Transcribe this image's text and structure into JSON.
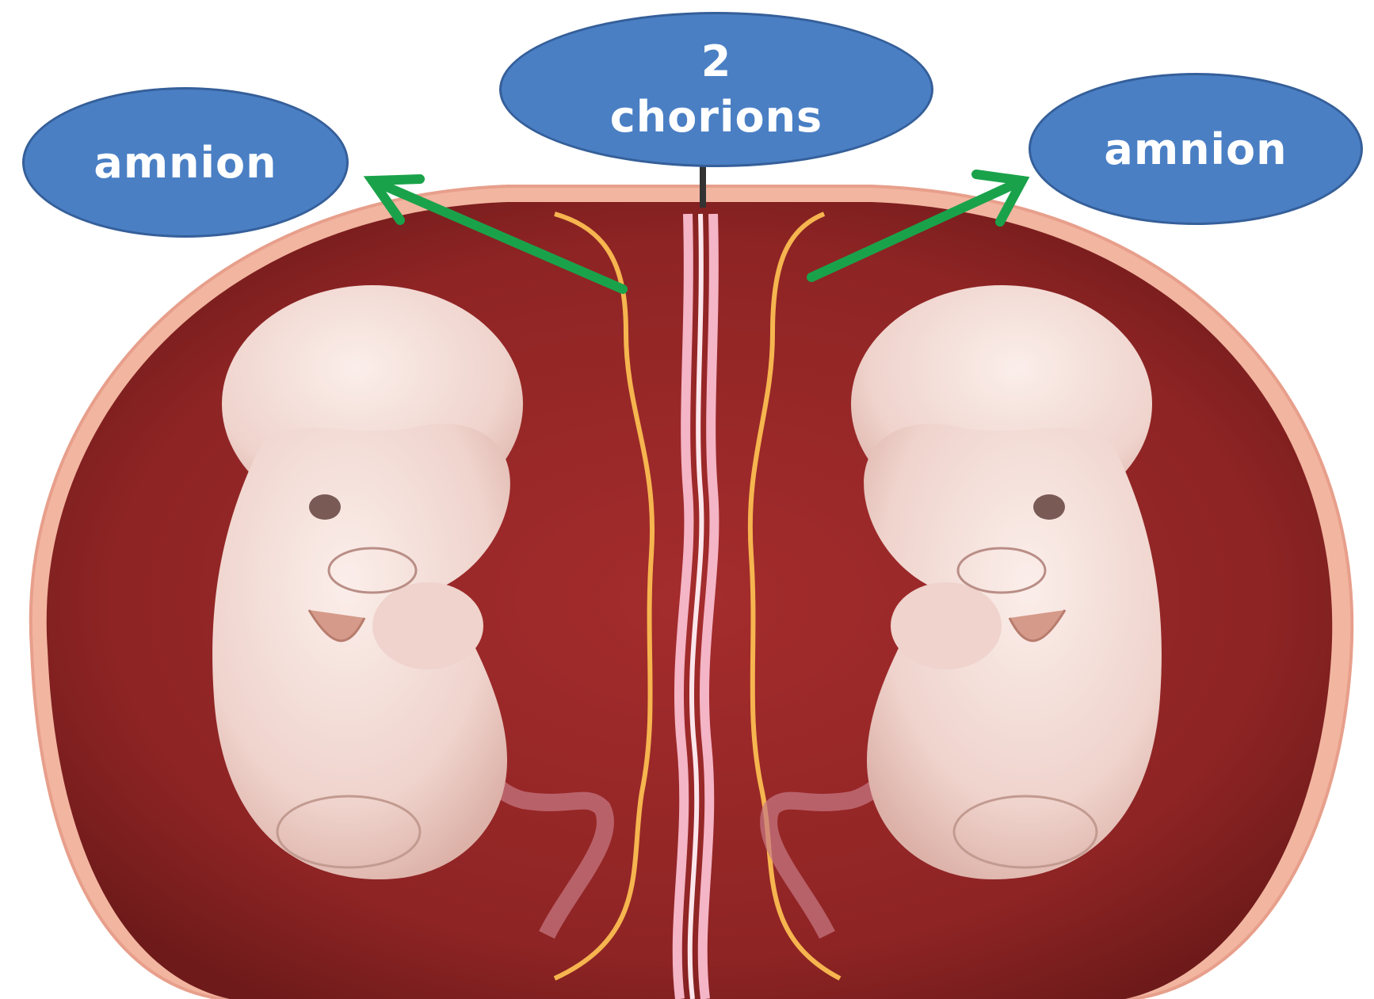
{
  "labels": {
    "left_bubble": "amnion",
    "center_bubble_line1": "2",
    "center_bubble_line2": "chorions",
    "right_bubble": "amnion"
  },
  "colors": {
    "bubble_fill": "#4a7fc4",
    "bubble_border": "#355f99",
    "bubble_text": "#ffffff",
    "arrow": "#1aa24a",
    "sac_fill": "#8e2424",
    "sac_edge": "#f2b5a0",
    "amnion_line": "#f6b54f",
    "chorion_line": "#f4b5c6",
    "fetus_skin": "#f3dcd6"
  },
  "illustration": {
    "subject": "dichorionic diamniotic twin fetuses",
    "fetus_count": 2
  }
}
